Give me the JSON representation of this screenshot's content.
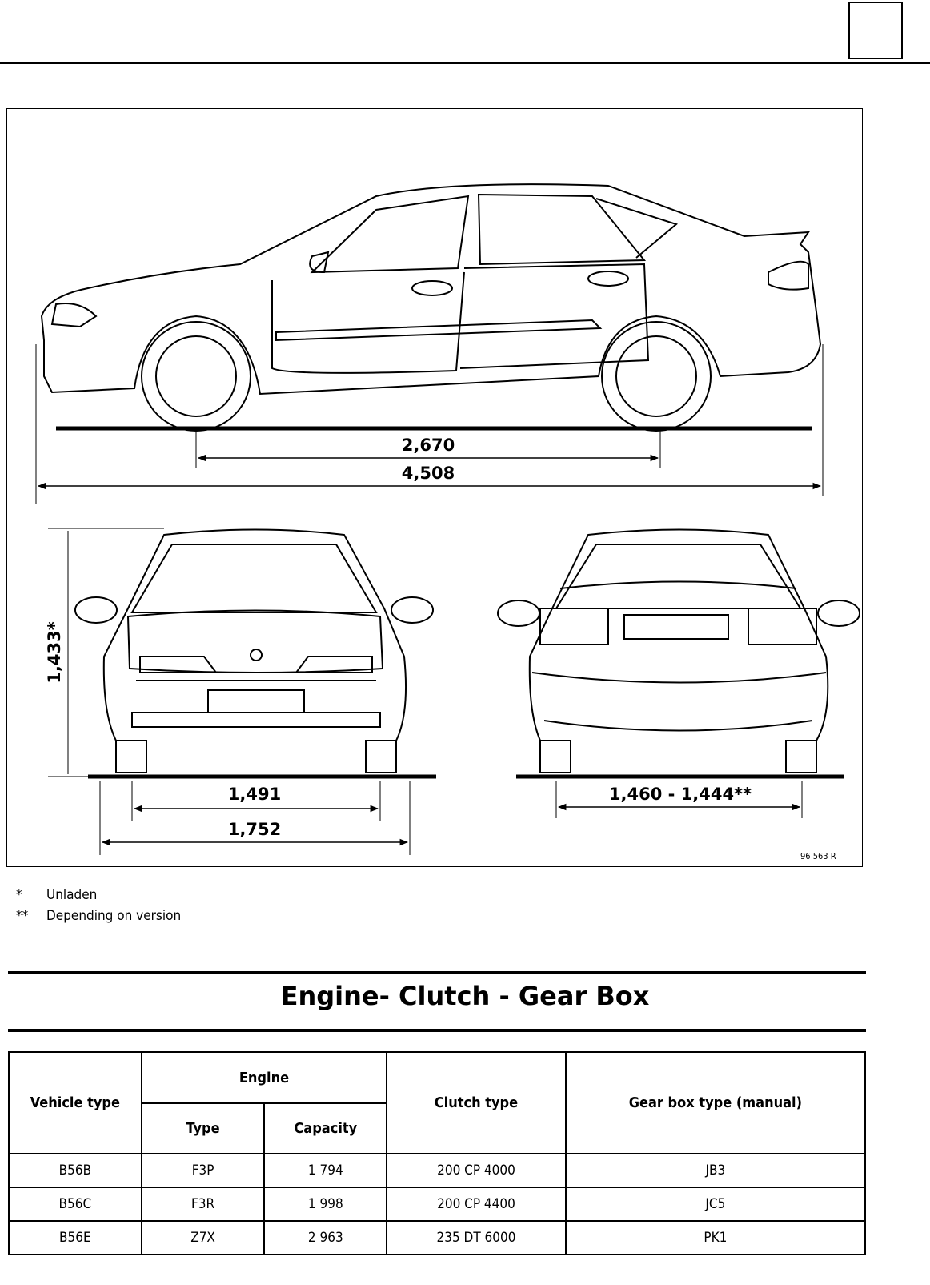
{
  "drawing": {
    "side_view": {
      "wheelbase": "2,670",
      "overall_length": "4,508"
    },
    "front_view": {
      "height": "1,433*",
      "front_track": "1,491",
      "overall_width": "1,752"
    },
    "rear_view": {
      "rear_track": "1,460 - 1,444**"
    },
    "reference": "96 563 R"
  },
  "footnotes": [
    {
      "mark": "*",
      "text": "Unladen"
    },
    {
      "mark": "**",
      "text": "Depending on  version"
    }
  ],
  "section_title": "Engine- Clutch - Gear Box",
  "table": {
    "headers": {
      "vehicle_type": "Vehicle type",
      "engine": "Engine",
      "engine_type": "Type",
      "capacity": "Capacity",
      "clutch_type": "Clutch type",
      "gearbox_type": "Gear box type (manual)"
    },
    "rows": [
      {
        "vehicle": "B56B",
        "engine": "F3P",
        "capacity": "1 794",
        "clutch": "200 CP 4000",
        "gearbox": "JB3"
      },
      {
        "vehicle": "B56C",
        "engine": "F3R",
        "capacity": "1 998",
        "clutch": "200 CP 4400",
        "gearbox": "JC5"
      },
      {
        "vehicle": "B56E",
        "engine": "Z7X",
        "capacity": "2 963",
        "clutch": "235 DT 6000",
        "gearbox": "PK1"
      }
    ]
  }
}
